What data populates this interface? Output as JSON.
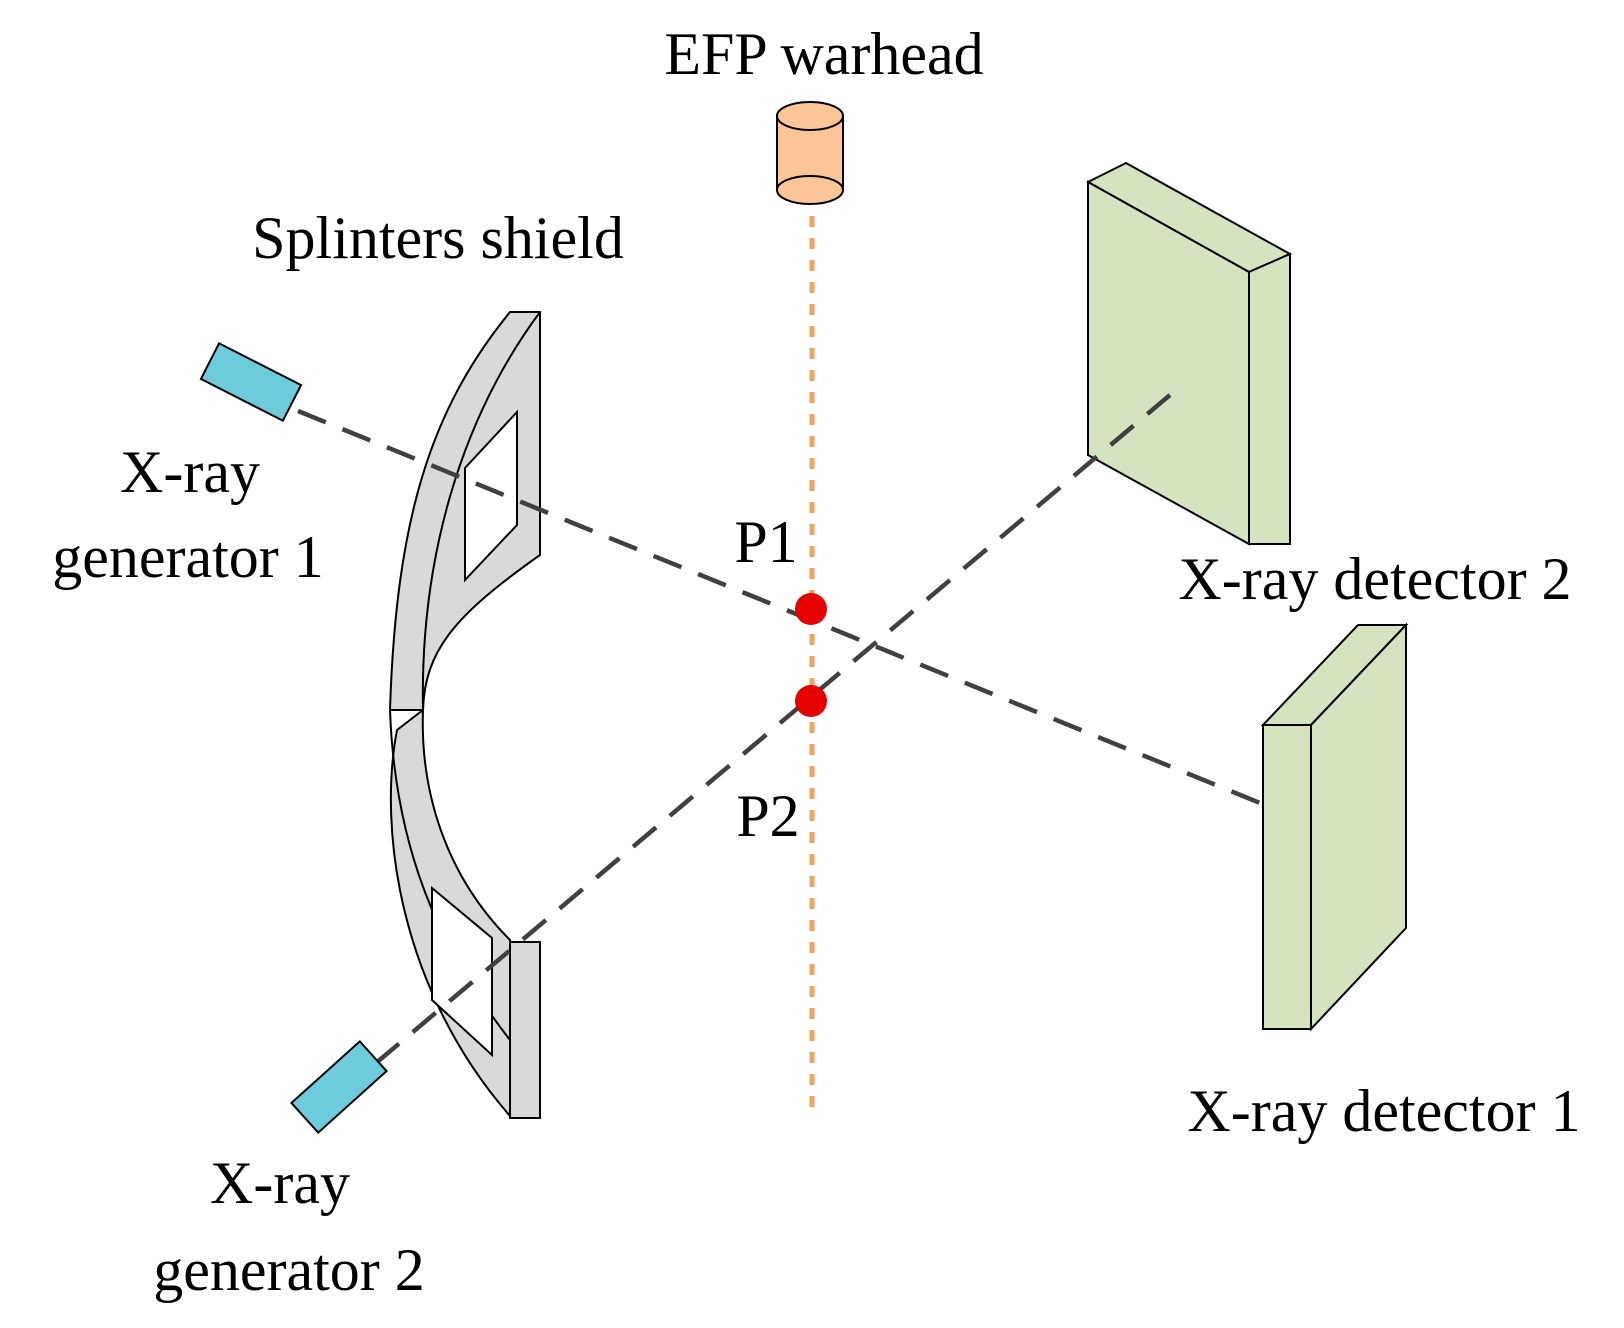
{
  "labels": {
    "efp_warhead": "EFP warhead",
    "splinters_shield": "Splinters shield",
    "xray_generator_1_line1": "X-ray",
    "xray_generator_1_line2": "generator 1",
    "xray_generator_2_line1": "X-ray",
    "xray_generator_2_line2": "generator 2",
    "xray_detector_1": "X-ray detector 1",
    "xray_detector_2": "X-ray detector 2",
    "p1": "P1",
    "p2": "P2"
  },
  "colors": {
    "warhead_fill": "#FCC597",
    "shield_fill": "#D9D9D9",
    "generator_fill": "#6CCCDC",
    "detector_fill": "#D5E3BF",
    "trajectory": "#F4A15A",
    "beam": "#404040",
    "point": "#E60000"
  }
}
